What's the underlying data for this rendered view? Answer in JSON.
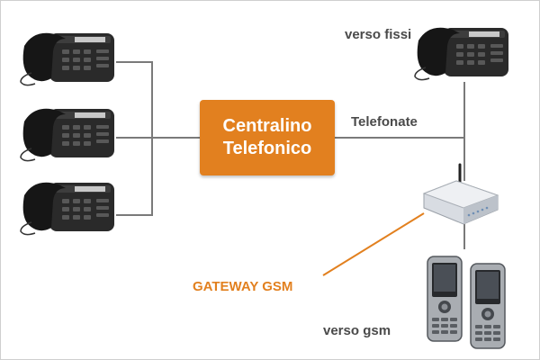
{
  "pbx": {
    "label": "Centralino\nTelefonico"
  },
  "labels": {
    "landline": "verso fissi",
    "calls": "Telefonate",
    "gateway": "GATEWAY GSM",
    "mobile": "verso gsm"
  },
  "colors": {
    "accent": "#e2801f",
    "line": "#7a7a7a",
    "text": "#4a4a4a",
    "phone": "#1e1e1e"
  },
  "icons": {
    "desk_phone": "desk-phone-icon",
    "router": "router-icon",
    "mobile_phone": "mobile-phone-icon"
  }
}
